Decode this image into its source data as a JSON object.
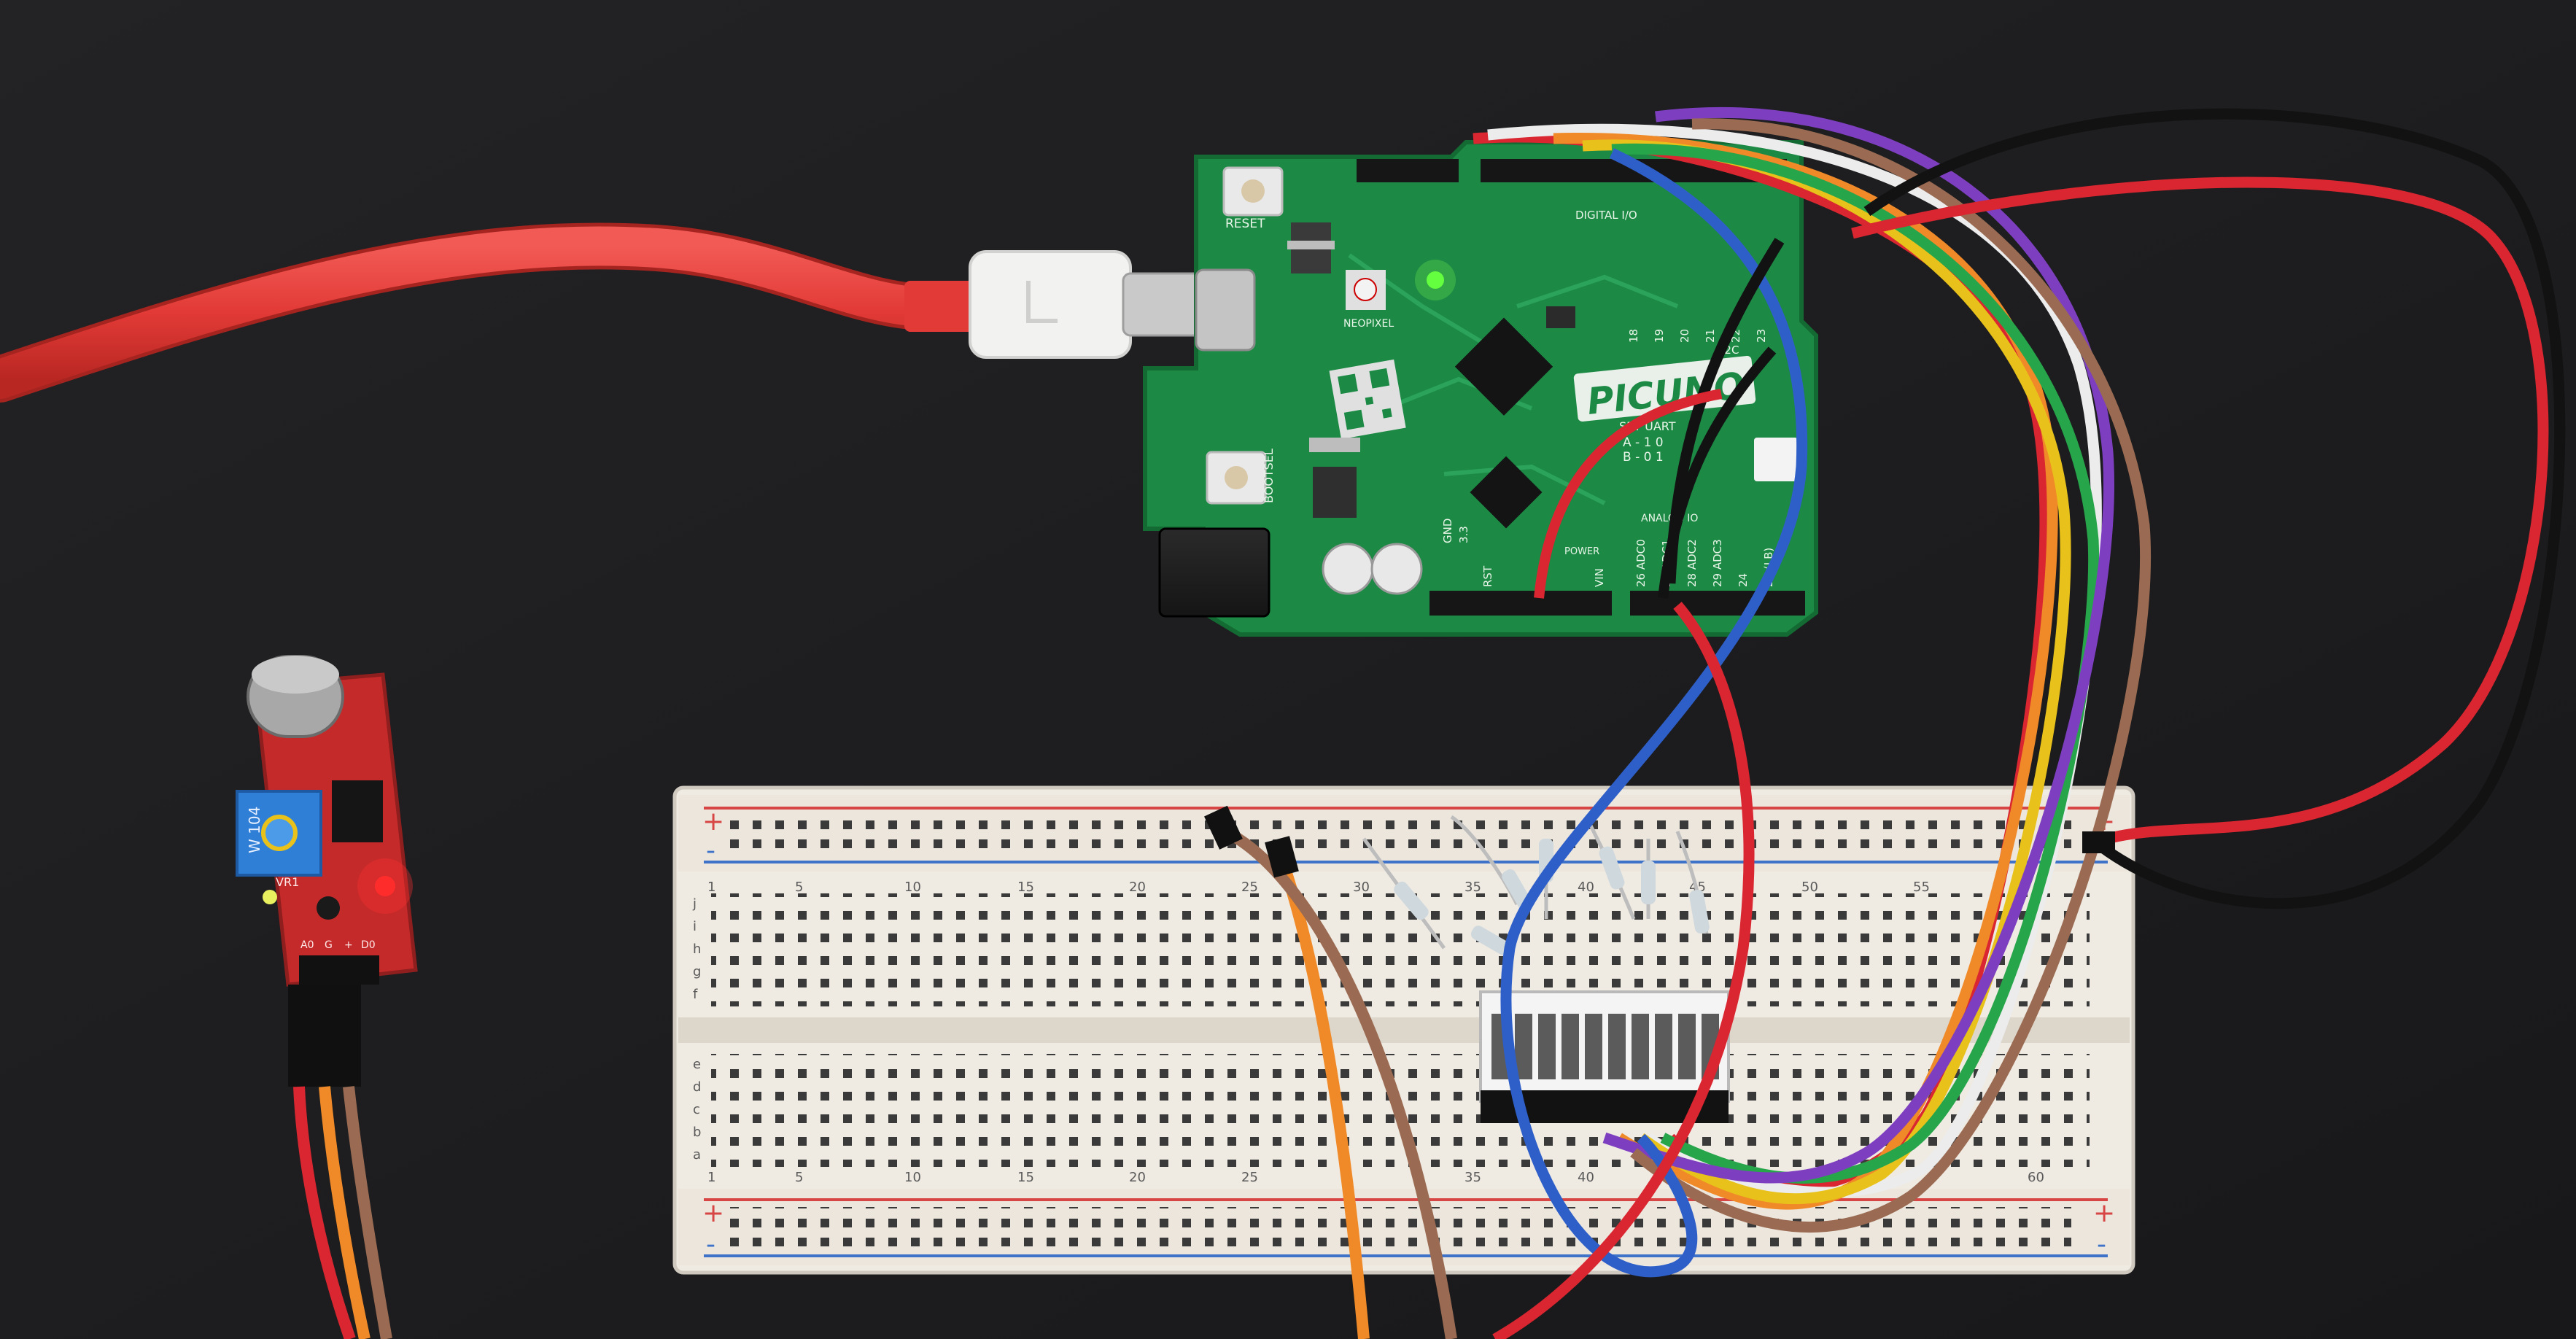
{
  "board": {
    "logo": "PICUNO",
    "reset_label": "RESET",
    "bootsel_label": "BOOTSEL",
    "neopixel_label": "NEOPIXEL",
    "digital_io_label": "DIGITAL I/O",
    "i2c_label": "I2C",
    "uart_label": "SET UART",
    "uart_a": "A - 1 0",
    "uart_b": "B - 0 1",
    "analog_label": "ANALOG IO",
    "power_label": "POWER",
    "gnd_label": "GND",
    "v33_label": "3.3",
    "rst_label": "RST",
    "vin_label": "VIN",
    "analog_pins": [
      "26 ADC0",
      "27 ADC1",
      "28 ADC2",
      "29 ADC3",
      "24",
      "25 (LB)"
    ],
    "digital_pins_top": [
      "18",
      "19",
      "20",
      "21",
      "22",
      "23"
    ]
  },
  "sensor": {
    "pot_label": "W 104",
    "vr_label": "VR1",
    "pin_labels": [
      "A0",
      "G",
      "+",
      "D0"
    ]
  },
  "breadboard": {
    "column_numbers": [
      "1",
      "5",
      "10",
      "15",
      "20",
      "25",
      "30",
      "35",
      "40",
      "45",
      "50",
      "55",
      "60"
    ],
    "row_letters_top": [
      "j",
      "i",
      "h",
      "g",
      "f"
    ],
    "row_letters_bottom": [
      "e",
      "d",
      "c",
      "b",
      "a"
    ],
    "rail_plus": "+",
    "rail_minus": "-"
  },
  "colors": {
    "background": "#1d1d1f",
    "pcb": "#1c8a45",
    "sensor_pcb": "#c42a2a",
    "breadboard": "#efeae2",
    "cable": "#e23a36",
    "wire_red": "#d92630",
    "wire_orange": "#f08a28",
    "wire_yellow": "#e8c21a",
    "wire_green": "#27a54a",
    "wire_blue": "#2e5fc9",
    "wire_purple": "#7d3fc0",
    "wire_white": "#ececec",
    "wire_brown": "#9a6b52",
    "wire_black": "#121212"
  }
}
